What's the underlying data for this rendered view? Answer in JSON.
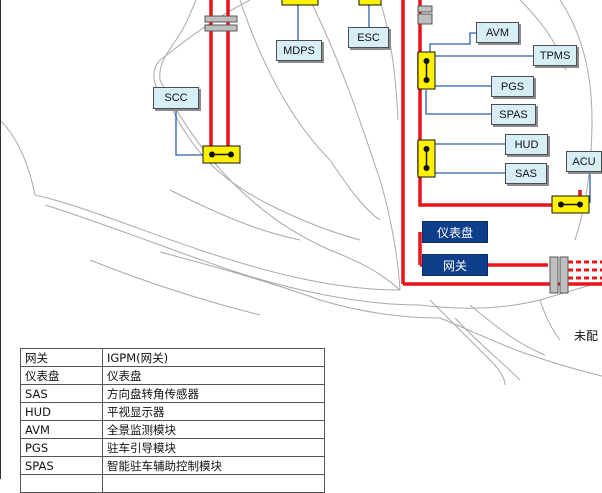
{
  "modules": {
    "mdps": "MDPS",
    "esc": "ESC",
    "scc": "SCC",
    "avm": "AVM",
    "tpms": "TPMS",
    "pgs": "PGS",
    "spas": "SPAS",
    "hud": "HUD",
    "sas": "SAS",
    "acu": "ACU"
  },
  "dark_modules": {
    "cluster": "仪表盘",
    "gateway": "网关"
  },
  "note": "未配",
  "legend": [
    {
      "abbr": "网关",
      "desc": "IGPM(网关)"
    },
    {
      "abbr": "仪表盘",
      "desc": "仪表盘"
    },
    {
      "abbr": "SAS",
      "desc": "方向盘转角传感器"
    },
    {
      "abbr": "HUD",
      "desc": "平视显示器"
    },
    {
      "abbr": "AVM",
      "desc": "全景监测模块"
    },
    {
      "abbr": "PGS",
      "desc": "驻车引导模块"
    },
    {
      "abbr": "SPAS",
      "desc": "智能驻车辅助控制模块"
    },
    {
      "abbr": "",
      "desc": ""
    }
  ],
  "colors": {
    "bus_red": "#e8141b",
    "link_blue": "#2a5fb0",
    "module_fill": "#d7eef7",
    "connector_yellow": "#fff200",
    "dark_module": "#0f3e8a",
    "car_outline": "#a9a9a9"
  }
}
